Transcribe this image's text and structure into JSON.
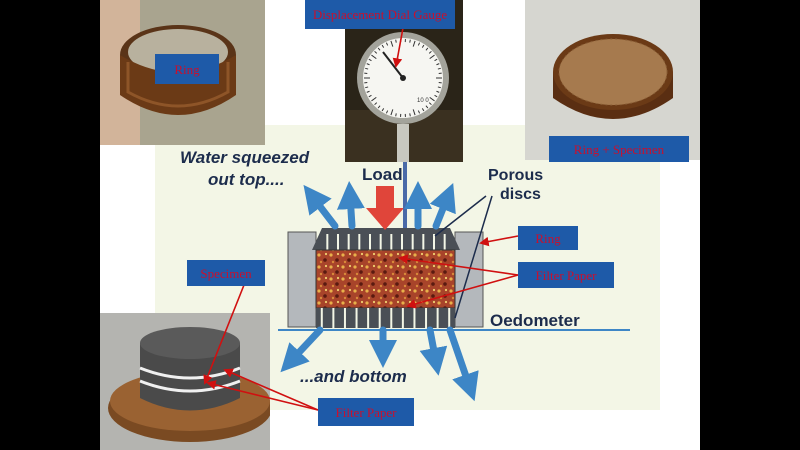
{
  "diagram": {
    "water_top_line1": "Water squeezed",
    "water_top_line2": "out top....",
    "load": "Load",
    "porous_line1": "Porous",
    "porous_line2": "discs",
    "oedometer": "Oedometer",
    "bottom": "...and bottom"
  },
  "photos": {
    "dial_face_text": "10 0"
  },
  "labels": {
    "ring_photo": "Ring",
    "dial_gauge": "Displacement Dial Gauge",
    "ring_specimen": "Ring + Specimen",
    "ring_diagram": "Ring",
    "specimen": "Specimen",
    "filter_paper_diagram": "Filter Paper",
    "filter_paper_photo": "Filter Paper"
  },
  "colors": {
    "label_bg": "#1e5aa8",
    "label_text": "#c8102e",
    "diagram_bg": "#f3f6e6",
    "arrow_blue": "#3d86c6",
    "load_red": "#e0453a"
  }
}
